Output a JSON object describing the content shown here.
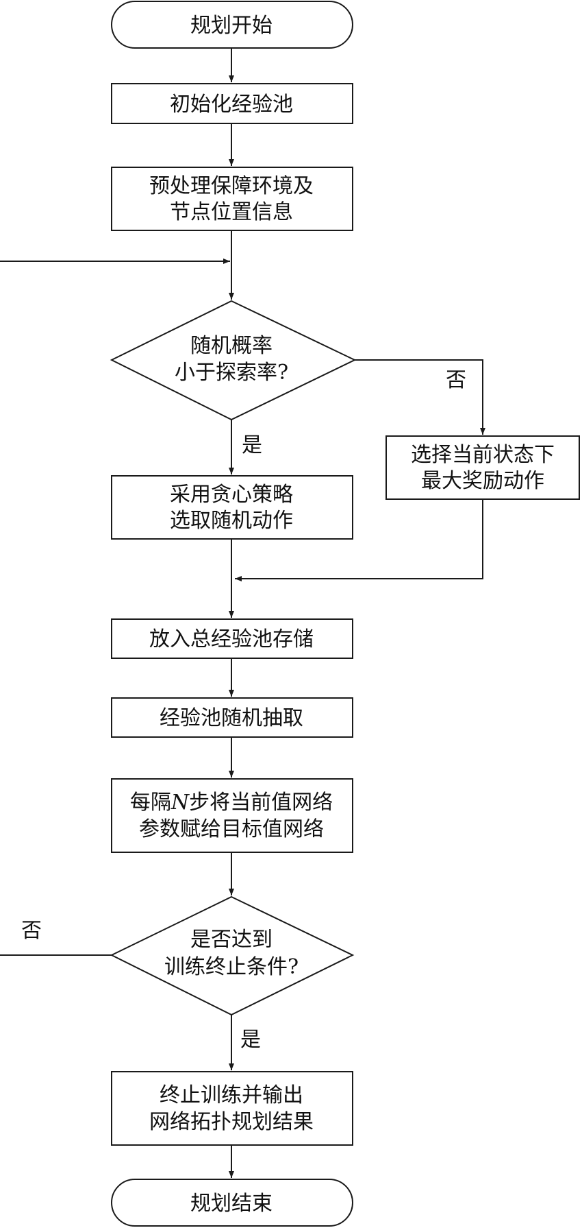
{
  "nodes": {
    "start": {
      "text": "规划开始"
    },
    "init_pool": {
      "text": "初始化经验池"
    },
    "preprocess": {
      "line1": "预处理保障环境及",
      "line2": "节点位置信息"
    },
    "decision_explore": {
      "line1": "随机概率",
      "line2": "小于探索率?"
    },
    "greedy_random": {
      "line1": "采用贪心策略",
      "line2": "选取随机动作"
    },
    "max_reward": {
      "line1": "选择当前状态下",
      "line2": "最大奖励动作"
    },
    "store_pool": {
      "text": "放入总经验池存储"
    },
    "sample_pool": {
      "text": "经验池随机抽取"
    },
    "copy_params": {
      "line1_pre": "每隔",
      "line1_var": "N",
      "line1_post": "步将当前值网络",
      "line2": "参数赋给目标值网络"
    },
    "decision_stop": {
      "line1": "是否达到",
      "line2": "训练终止条件?"
    },
    "output": {
      "line1": "终止训练并输出",
      "line2": "网络拓扑规划结果"
    },
    "end": {
      "text": "规划结束"
    }
  },
  "edge_labels": {
    "explore_yes": "是",
    "explore_no": "否",
    "stop_yes": "是",
    "stop_no": "否"
  }
}
